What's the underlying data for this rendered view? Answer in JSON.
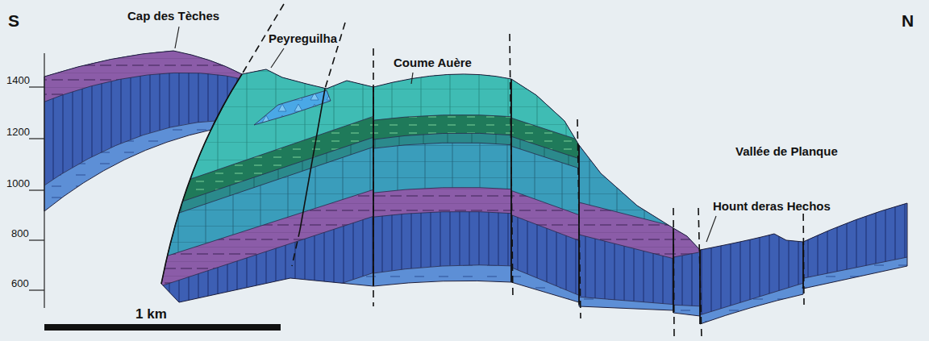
{
  "diagram": {
    "labels": [
      "S",
      "N",
      "Cap des Tèches",
      "Peyreguilha",
      "Coume Auère",
      "Vallée de Planque",
      "Hount deras Hechos",
      "1400",
      "1200",
      "1000",
      "800",
      "600",
      "1 km"
    ]
  }
}
